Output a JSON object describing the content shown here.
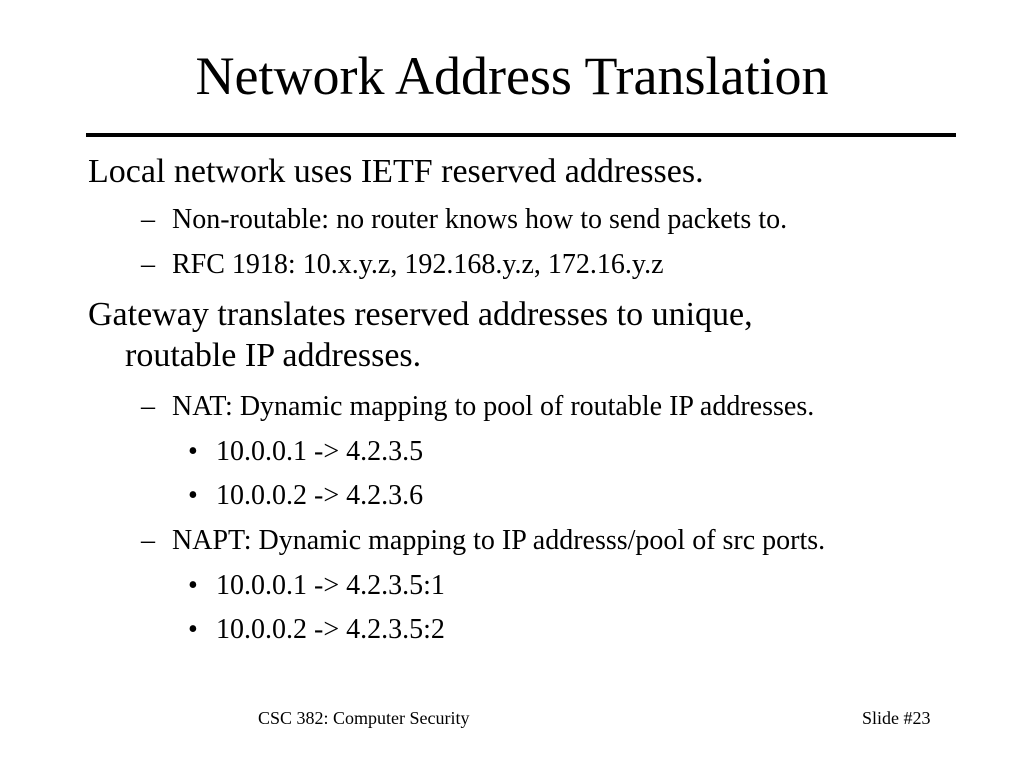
{
  "slide": {
    "title": "Network Address Translation",
    "bullets": [
      {
        "text": "Local network uses IETF reserved addresses.",
        "sub": [
          {
            "marker": "–",
            "text": "Non-routable: no router knows how to send packets to."
          },
          {
            "marker": "–",
            "text": "RFC 1918: 10.x.y.z, 192.168.y.z, 172.16.y.z"
          }
        ]
      },
      {
        "text_line1": "Gateway translates reserved addresses to unique,",
        "text_line2": "routable IP addresses.",
        "sub": [
          {
            "marker": "–",
            "text": "NAT: Dynamic mapping to pool of routable IP addresses.",
            "sub": [
              {
                "marker": "•",
                "text": "10.0.0.1 -> 4.2.3.5"
              },
              {
                "marker": "•",
                "text": "10.0.0.2 -> 4.2.3.6"
              }
            ]
          },
          {
            "marker": "–",
            "text": "NAPT: Dynamic mapping to IP addresss/pool of src ports.",
            "sub": [
              {
                "marker": "•",
                "text": "10.0.0.1 -> 4.2.3.5:1"
              },
              {
                "marker": "•",
                "text": "10.0.0.2 -> 4.2.3.5:2"
              }
            ]
          }
        ]
      }
    ],
    "footer": {
      "course": "CSC 382: Computer Security",
      "slide_number": "Slide #23"
    }
  }
}
